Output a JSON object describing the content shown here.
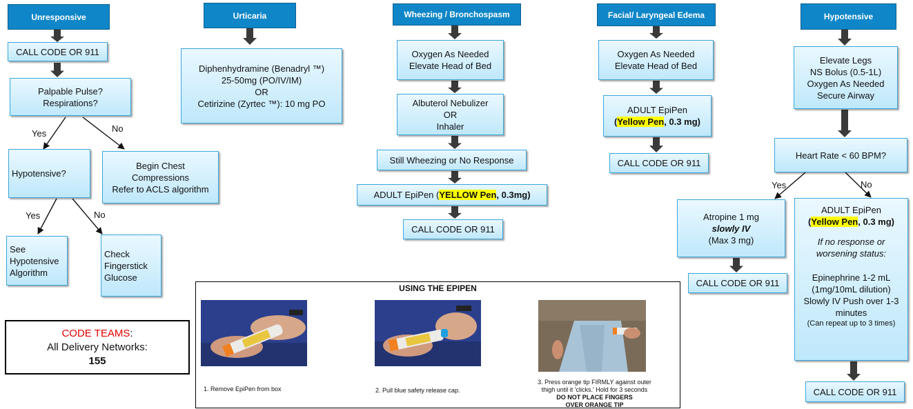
{
  "headers": {
    "unresponsive": "Unresponsive",
    "urticaria": "Urticaria",
    "wheezing": "Wheezing / Bronchospasm",
    "edema": "Facial/ Laryngeal Edema",
    "hypotensive": "Hypotensive"
  },
  "unresponsive": {
    "call": "CALL CODE OR 911",
    "pulse_l1": "Palpable Pulse?",
    "pulse_l2": "Respirations?",
    "yes1": "Yes",
    "no1": "No",
    "hypotensive_q": "Hypotensive?",
    "chest_l1": "Begin Chest",
    "chest_l2": "Compressions",
    "chest_l3": "Refer to ACLS algorithm",
    "yes2": "Yes",
    "no2": "No",
    "see_l1": "See",
    "see_l2": "Hypotensive",
    "see_l3": "Algorithm",
    "check_l1": "Check",
    "check_l2": "Fingerstick",
    "check_l3": "Glucose"
  },
  "urticaria": {
    "l1": "Diphenhydramine (Benadryl ™)",
    "l2": "25-50mg (PO/IV/IM)",
    "l3": "OR",
    "l4": "Cetirizine (Zyrtec ™): 10 mg PO"
  },
  "wheezing": {
    "oxy_l1": "Oxygen As Needed",
    "oxy_l2": "Elevate Head of Bed",
    "alb_l1": "Albuterol Nebulizer",
    "alb_l2": "OR",
    "alb_l3": "Inhaler",
    "still": "Still Wheezing or No Response",
    "epi_pre": "ADULT EpiPen (",
    "epi_hl": "YELLOW Pen",
    "epi_post": ", 0.3mg)",
    "call": "CALL CODE OR 911"
  },
  "edema": {
    "oxy_l1": "Oxygen As Needed",
    "oxy_l2": "Elevate Head of Bed",
    "epi_l1": "ADULT EpiPen",
    "epi_pre": "(",
    "epi_hl": "Yellow Pen",
    "epi_post": ", 0.3 mg)",
    "call": "CALL CODE OR 911"
  },
  "hypotensive": {
    "el_l1": "Elevate Legs",
    "el_l2": "NS Bolus (0.5-1L)",
    "el_l3": "Oxygen As Needed",
    "el_l4": "Secure Airway",
    "hr": "Heart Rate < 60 BPM?",
    "yes": "Yes",
    "no": "No",
    "atro_l1": "Atropine 1 mg",
    "atro_l2": "slowly IV",
    "atro_l3": "(Max 3 mg)",
    "call_left": "CALL CODE OR 911",
    "epi_l1": "ADULT EpiPen",
    "epi_pre": "(",
    "epi_hl": "Yellow Pen",
    "epi_post": ", 0.3 mg)",
    "if_l1": "If no response or",
    "if_l2": "worsening status:",
    "ep_l1": "Epinephrine 1-2 mL",
    "ep_l2": "(1mg/10mL dilution)",
    "ep_l3": "Slowly IV Push over 1-3",
    "ep_l4": "minutes",
    "ep_l5": "(Can repeat up to 3 times)",
    "call_right": "CALL CODE OR 911"
  },
  "code_teams": {
    "label": "CODE TEAMS",
    "colon": ":",
    "networks": "All Delivery Networks:",
    "number": "155"
  },
  "epipen_panel": {
    "title": "USING THE EPIPEN",
    "step1": "1. Remove EpiPen from box",
    "step2": "2. Pull blue safety release cap.",
    "step3_l1": "3. Press orange tip FIRMLY against outer",
    "step3_l2": "thigh until it 'clicks.' Hold for 3 seconds",
    "step3_l3": "DO NOT PLACE FINGERS",
    "step3_l4": "OVER ORANGE TIP"
  },
  "colors": {
    "header_blue": "#0f86c8",
    "box_border": "#3aa6dc",
    "highlight": "#ffff00",
    "code_red": "#e30000"
  }
}
